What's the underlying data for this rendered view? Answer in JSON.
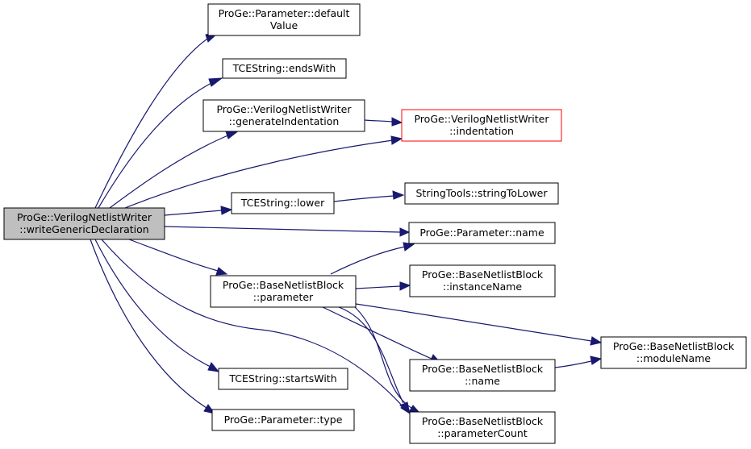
{
  "nodes": {
    "root": [
      "ProGe::VerilogNetlistWriter",
      "::writeGenericDeclaration"
    ],
    "param_default": [
      "ProGe::Parameter::default",
      "Value"
    ],
    "ends_with": [
      "TCEString::endsWith"
    ],
    "gen_indent": [
      "ProGe::VerilogNetlistWriter",
      "::generateIndentation"
    ],
    "indentation": [
      "ProGe::VerilogNetlistWriter",
      "::indentation"
    ],
    "lower": [
      "TCEString::lower"
    ],
    "string_to_lower": [
      "StringTools::stringToLower"
    ],
    "param_name": [
      "ProGe::Parameter::name"
    ],
    "bnb_parameter": [
      "ProGe::BaseNetlistBlock",
      "::parameter"
    ],
    "bnb_instance_name": [
      "ProGe::BaseNetlistBlock",
      "::instanceName"
    ],
    "bnb_module_name": [
      "ProGe::BaseNetlistBlock",
      "::moduleName"
    ],
    "bnb_name": [
      "ProGe::BaseNetlistBlock",
      "::name"
    ],
    "starts_with": [
      "TCEString::startsWith"
    ],
    "param_type": [
      "ProGe::Parameter::type"
    ],
    "bnb_parameter_count": [
      "ProGe::BaseNetlistBlock",
      "::parameterCount"
    ]
  },
  "colors": {
    "edge": "#191970",
    "root_fill": "#bfbfbf",
    "highlight_border": "#ff0000"
  }
}
